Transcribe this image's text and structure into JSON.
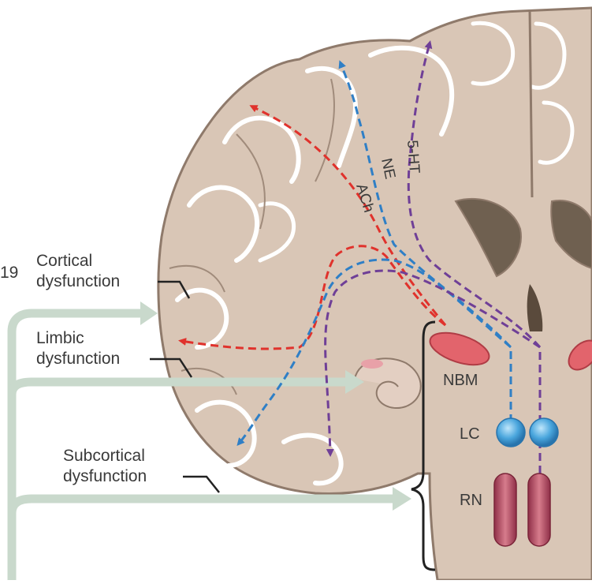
{
  "figure_number": "19",
  "labels": {
    "cortical_line1": "Cortical",
    "cortical_line2": "dysfunction",
    "limbic_line1": "Limbic",
    "limbic_line2": "dysfunction",
    "subcortical_line1": "Subcortical",
    "subcortical_line2": "dysfunction"
  },
  "nuclei": {
    "nbm": "NBM",
    "lc": "LC",
    "rn": "RN"
  },
  "pathways": {
    "ach": "ACh",
    "ne": "NE",
    "ht": "5-HT"
  },
  "colors": {
    "brain_tissue": "#d9c6b6",
    "white_matter": "#ffffff",
    "gyri_edge": "#8f7a6b",
    "ventricle": "#6f6050",
    "arrow_green": "#c9d9cc",
    "ach_red": "#e0322c",
    "ne_blue": "#2f7fc6",
    "ht_purple": "#6f3f97",
    "nbm_nucleus": "#e2646c",
    "lc_nucleus": "#3f9fdc",
    "rn_nucleus": "#b84e63"
  }
}
